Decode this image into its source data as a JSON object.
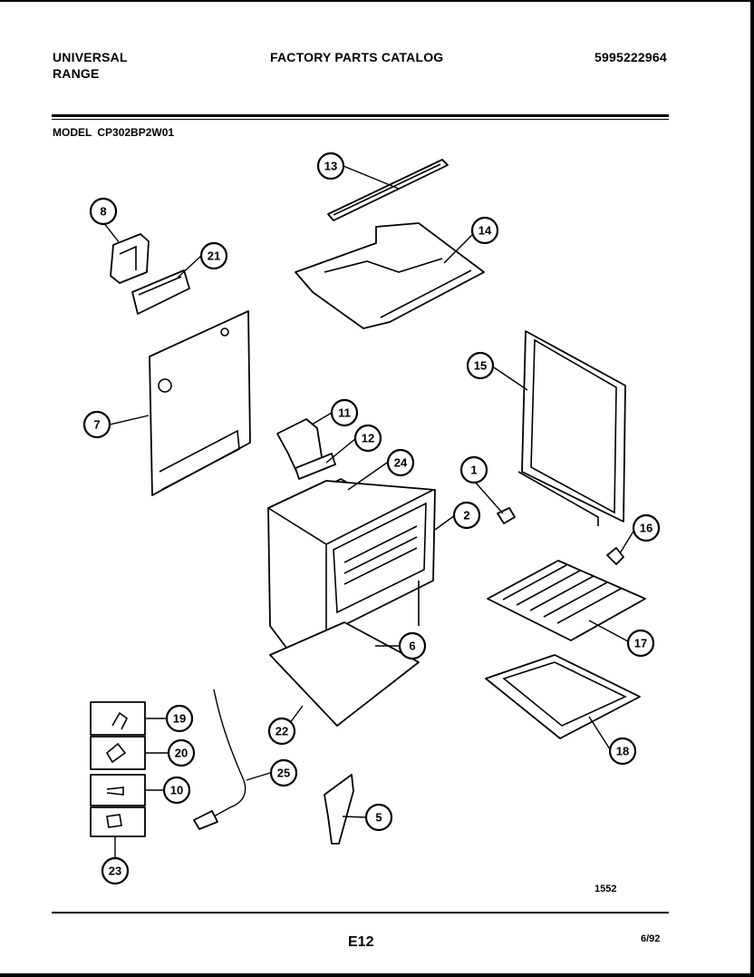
{
  "header": {
    "brand_line1": "UNIVERSAL",
    "brand_line2": "RANGE",
    "catalog_title": "FACTORY PARTS CATALOG",
    "part_number": "5995222964"
  },
  "model": {
    "label": "MODEL",
    "number": "CP302BP2W01"
  },
  "callouts": [
    "13",
    "8",
    "21",
    "14",
    "7",
    "15",
    "11",
    "12",
    "24",
    "1",
    "2",
    "16",
    "6",
    "17",
    "19",
    "22",
    "20",
    "25",
    "18",
    "10",
    "5",
    "23"
  ],
  "footer": {
    "drawing_number": "1552",
    "page_code": "E12",
    "date": "6/92"
  }
}
